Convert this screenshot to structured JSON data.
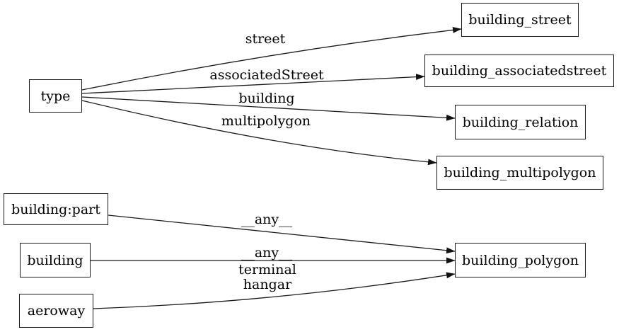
{
  "diagram": {
    "kind": "directed-graph",
    "colors": {
      "background": "#ffffff",
      "node_fill": "#ffffff",
      "node_border": "#1a1a1a",
      "edge_line": "#1a1a1a",
      "text": "#000000"
    },
    "nodes": [
      {
        "id": "type",
        "label": "type"
      },
      {
        "id": "building_street",
        "label": "building_street"
      },
      {
        "id": "building_associatedstreet",
        "label": "building_associatedstreet"
      },
      {
        "id": "building_relation",
        "label": "building_relation"
      },
      {
        "id": "building_multipolygon",
        "label": "building_multipolygon"
      },
      {
        "id": "building:part",
        "label": "building:part"
      },
      {
        "id": "building",
        "label": "building"
      },
      {
        "id": "aeroway",
        "label": "aeroway"
      },
      {
        "id": "building_polygon",
        "label": "building_polygon"
      }
    ],
    "edges": [
      {
        "from": "type",
        "to": "building_street",
        "labels": [
          "street"
        ]
      },
      {
        "from": "type",
        "to": "building_associatedstreet",
        "labels": [
          "associatedStreet"
        ]
      },
      {
        "from": "type",
        "to": "building_relation",
        "labels": [
          "building"
        ]
      },
      {
        "from": "type",
        "to": "building_multipolygon",
        "labels": [
          "multipolygon"
        ]
      },
      {
        "from": "building:part",
        "to": "building_polygon",
        "labels": [
          "__any__"
        ]
      },
      {
        "from": "building",
        "to": "building_polygon",
        "labels": [
          "__any__"
        ]
      },
      {
        "from": "aeroway",
        "to": "building_polygon",
        "labels": [
          "terminal",
          "hangar"
        ]
      }
    ]
  }
}
